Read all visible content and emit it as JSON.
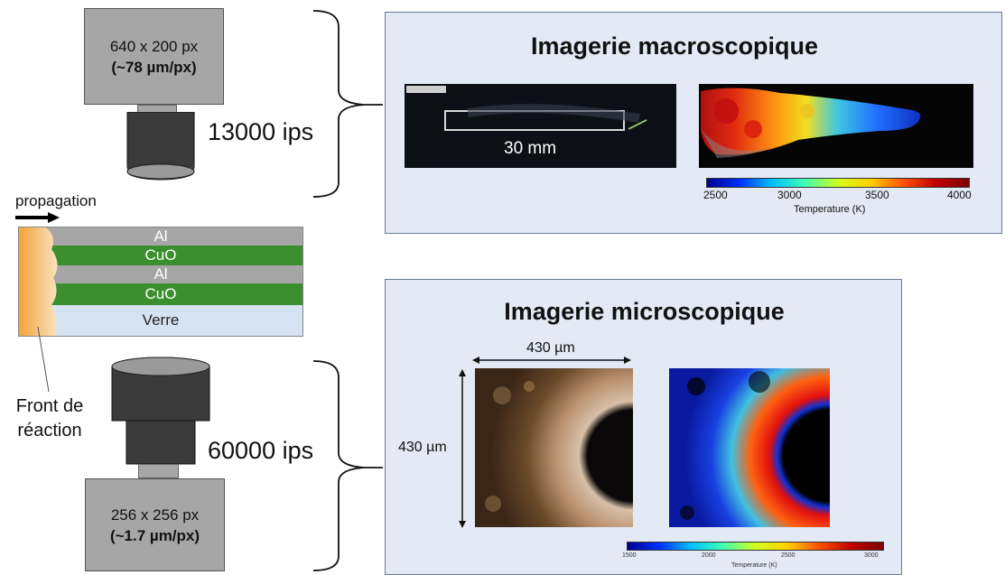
{
  "top_camera": {
    "resolution": "640 x 200 px",
    "pixel_size": "(~78 µm/px)",
    "frame_rate": "13000 ips"
  },
  "bottom_camera": {
    "resolution": "256 x 256 px",
    "pixel_size": "(~1.7 µm/px)",
    "frame_rate": "60000 ips"
  },
  "propagation_label": "propagation",
  "stack_layers": [
    "Al",
    "CuO",
    "Al",
    "CuO",
    "Verre"
  ],
  "reaction_front_label_1": "Front de",
  "reaction_front_label_2": "réaction",
  "macro_panel": {
    "title": "Imagerie macroscopique",
    "scale_label": "30 mm",
    "colorbar_ticks": [
      "2500",
      "3000",
      "3500",
      "4000"
    ],
    "colorbar_title": "Temperature (K)"
  },
  "micro_panel": {
    "title": "Imagerie microscopique",
    "width_label": "430 µm",
    "height_label": "430 µm",
    "colorbar_ticks": [
      "1500",
      "2000",
      "2500",
      "3000"
    ],
    "colorbar_title": "Temperature (K)"
  },
  "colors": {
    "stack_al": "#a6a6a6",
    "stack_cuo": "#3c8f2e",
    "stack_verre": "#d5e3f2",
    "panel_bg": "#e3e9f5"
  }
}
